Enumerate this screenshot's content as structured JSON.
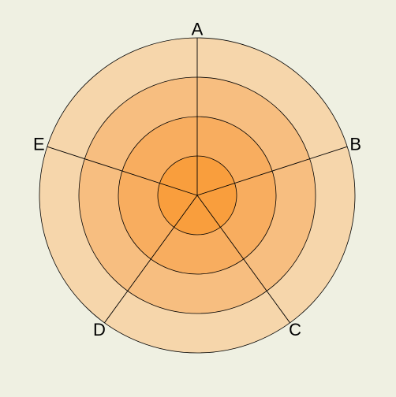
{
  "colors": {
    "background": "#eff0e2",
    "ring_fills": [
      "#f6d6ab",
      "#f7be80",
      "#f8ad5f",
      "#f99e3d"
    ],
    "stroke": "#000000"
  },
  "chart_data": {
    "type": "radar",
    "axes": [
      "A",
      "B",
      "C",
      "D",
      "E"
    ],
    "rings": 4,
    "series": [],
    "grid": true,
    "legend": "none"
  }
}
